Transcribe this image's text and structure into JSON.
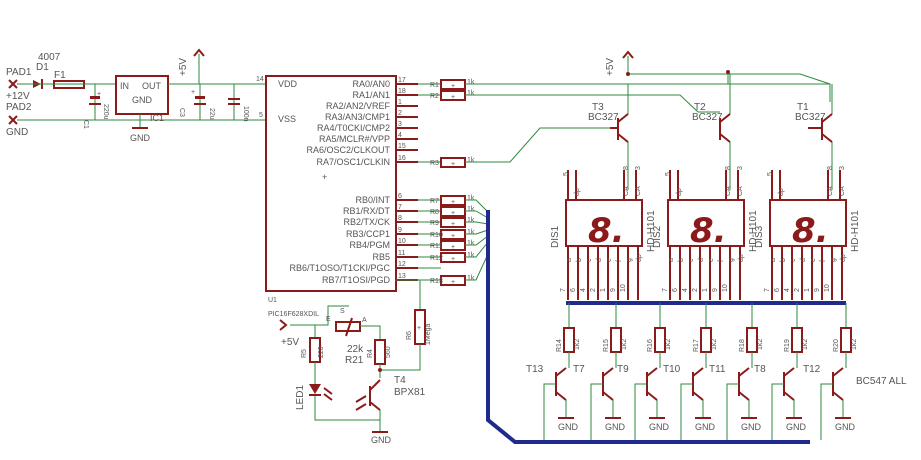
{
  "colors": {
    "part": "#8b1a1a",
    "wire": "#2b8a3e",
    "bus": "#1f2a8a",
    "text": "#555555"
  },
  "power": {
    "pad1": "PAD1",
    "pad2": "PAD2",
    "plus12v": "+12V",
    "gnd": "GND",
    "diode_type": "4007",
    "diode_name": "D1",
    "fuse": "F1",
    "reg_in": "IN",
    "reg_out": "OUT",
    "reg_gnd": "GND",
    "reg_name": "IC1",
    "c1": "C1",
    "c2": "220u",
    "c3": "C3",
    "c4": "22u",
    "c5": "100n",
    "plus5v": "+5V",
    "reg_ground": "GND",
    "plus": "+"
  },
  "mcu": {
    "name": "U1",
    "part": "PIC16F628XDIL",
    "vdd": "VDD",
    "vss": "VSS",
    "pin14": "14",
    "pin5": "5",
    "left_pins": [
      {
        "num": "17",
        "name": "RA0/AN0"
      },
      {
        "num": "18",
        "name": "RA1/AN1"
      },
      {
        "num": "1",
        "name": "RA2/AN2/VREF"
      },
      {
        "num": "2",
        "name": "RA3/AN3/CMP1"
      },
      {
        "num": "3",
        "name": "RA4/T0CKI/CMP2"
      },
      {
        "num": "4",
        "name": "RA5/MCLR#/VPP"
      },
      {
        "num": "15",
        "name": "RA6/OSC2/CLKOUT"
      },
      {
        "num": "16",
        "name": "RA7/OSC1/CLKIN"
      }
    ],
    "right_pins": [
      {
        "num": "6",
        "name": "RB0/INT"
      },
      {
        "num": "7",
        "name": "RB1/RX/DT"
      },
      {
        "num": "8",
        "name": "RB2/TX/CK"
      },
      {
        "num": "9",
        "name": "RB3/CCP1"
      },
      {
        "num": "10",
        "name": "RB4/PGM"
      },
      {
        "num": "11",
        "name": "RB5"
      },
      {
        "num": "12",
        "name": "RB6/T1OSO/T1CKI/PGC"
      },
      {
        "num": "13",
        "name": "RB7/T1OSI/PGD"
      }
    ],
    "plus": "+"
  },
  "resistors": {
    "r1": "R1",
    "r2": "R2",
    "r3": "R3",
    "r6": "R6",
    "r7": "R7",
    "r8": "R8",
    "r9": "R9",
    "r10": "R10",
    "r11": "R11",
    "r12": "R12",
    "r13": "R13",
    "value_1k": "1k",
    "value_1k2": "1k",
    "plus": "+"
  },
  "top_transistors": {
    "plus5v": "+5V",
    "t1": "T1",
    "t2": "T2",
    "t3": "T3",
    "type": "BC327"
  },
  "displays": [
    {
      "name": "DIS1",
      "part": "HD-H101",
      "digit": "8."
    },
    {
      "name": "DIS2",
      "part": "HD-H101",
      "digit": "8."
    },
    {
      "name": "DIS3",
      "part": "HD-H101",
      "digit": "8."
    }
  ],
  "display_top_pins": {
    "p5": "5",
    "dp": "dp",
    "p8": "8",
    "p3": "3",
    "ca1": "CA",
    "ca2": "CA"
  },
  "display_bottom_pins": {
    "segs": [
      "a",
      "b",
      "c",
      "d",
      "e",
      "f",
      "g"
    ],
    "dp": "dp",
    "nums": [
      "7",
      "6",
      "4",
      "2",
      "1",
      "9",
      "10"
    ]
  },
  "seg_resistors": [
    "R14",
    "R15",
    "R16",
    "R17",
    "R18",
    "R19",
    "R20"
  ],
  "seg_resistor_value": "1k2",
  "seg_transistors": [
    "T13",
    "T7",
    "T9",
    "T10",
    "T11",
    "T8",
    "T12"
  ],
  "seg_transistor_type": "BC547 ALL",
  "seg_gnd": "GND",
  "sensor": {
    "pot_e": "E",
    "pot_s": "S",
    "pot_a": "A",
    "pot_name": "R21",
    "pot_value": "22k",
    "r4": "R4",
    "r4_value": "560",
    "r5": "R5",
    "r5_value": "220",
    "r6_value": "1Mega",
    "led": "LED1",
    "phototrans": "T4",
    "phototrans_type": "BPX81",
    "plus5v": "+5V",
    "gnd": "GND"
  }
}
